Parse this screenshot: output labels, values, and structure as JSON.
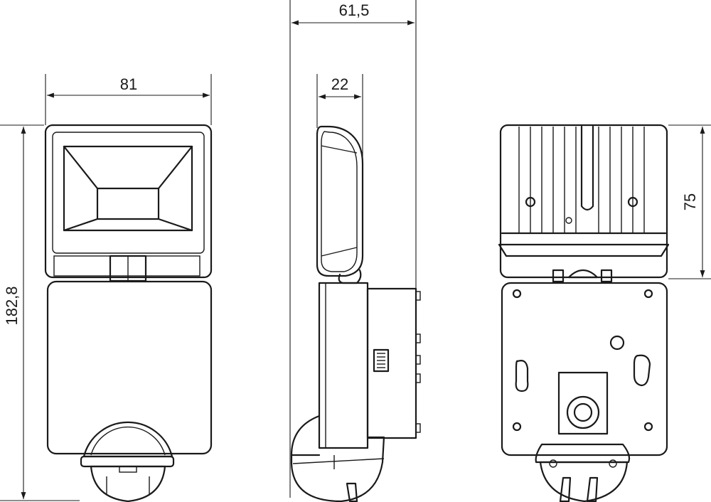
{
  "dimensions": {
    "front_width": "81",
    "total_height": "182,8",
    "side_depth": "61,5",
    "lamp_depth": "22",
    "lamp_height": "75"
  },
  "views": [
    "front-view",
    "side-view",
    "rear-view"
  ]
}
